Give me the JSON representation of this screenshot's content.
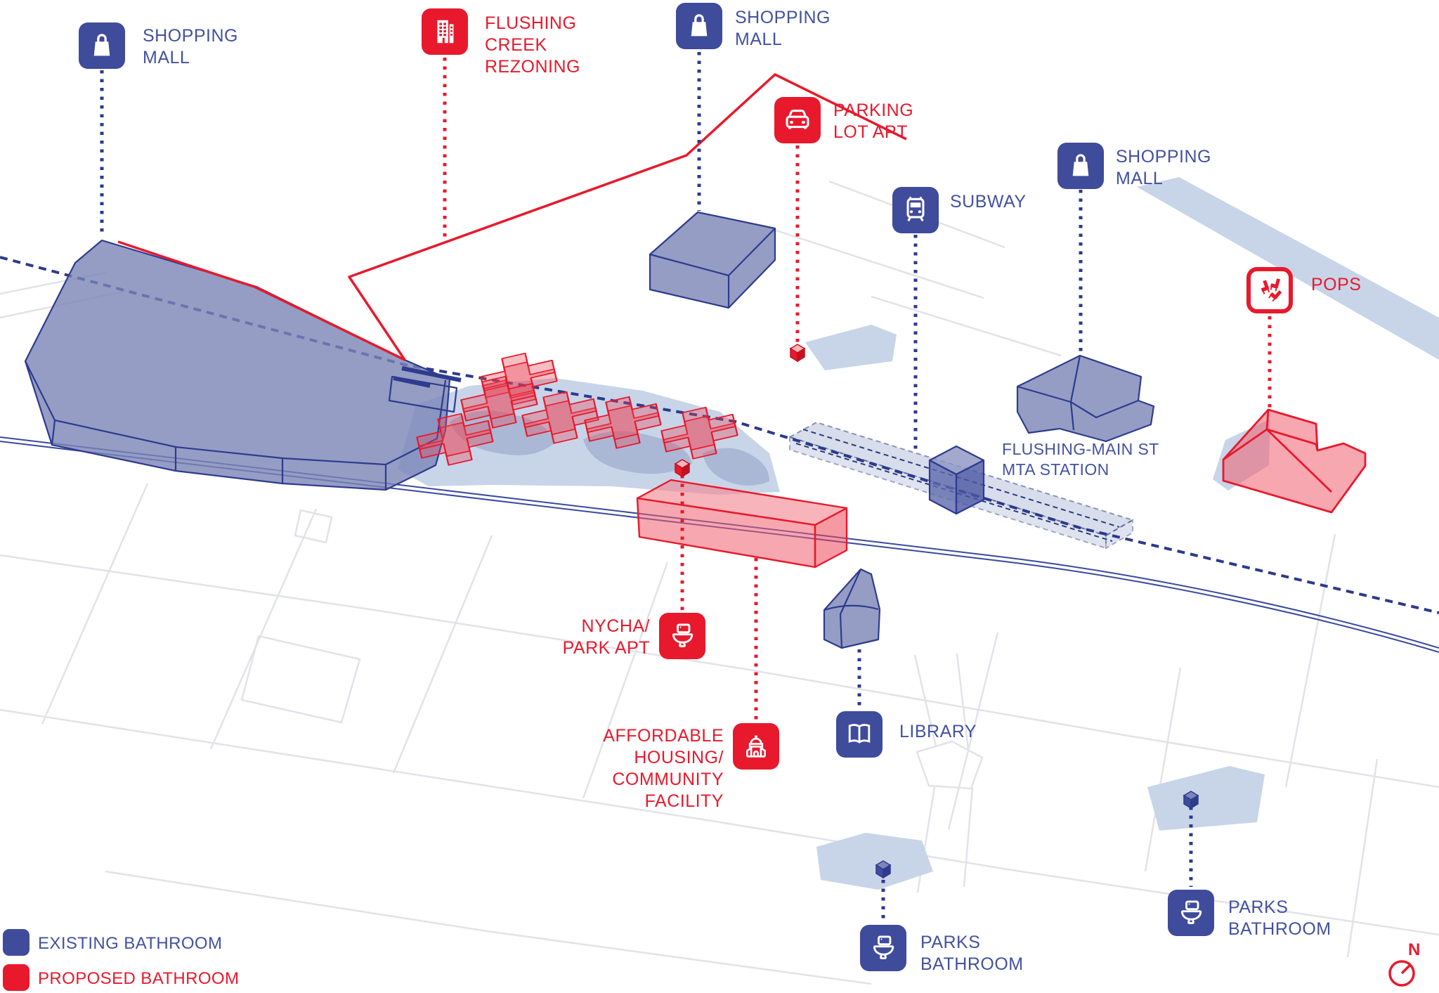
{
  "colors": {
    "existing_navy": "#3f4b9b",
    "proposed_red": "#e8192c",
    "light_blue_area": "#c8d5e8",
    "tree_shadow": "#a5b3d2"
  },
  "legend": {
    "items": [
      {
        "label": "EXISTING BATHROOM",
        "color": "#3f4b9b"
      },
      {
        "label": "PROPOSED BATHROOM",
        "color": "#e8192c"
      }
    ]
  },
  "compass": {
    "label": "N"
  },
  "map": {
    "station_label": "FLUSHING-MAIN ST MTA STATION",
    "callouts": [
      {
        "id": "shopping-mall-nw",
        "label": "SHOPPING MALL",
        "category": "existing",
        "icon": "shopping-bag-icon"
      },
      {
        "id": "flushing-creek-rezoning",
        "label": "FLUSHING CREEK REZONING",
        "category": "proposed",
        "icon": "building-icon"
      },
      {
        "id": "shopping-mall-center",
        "label": "SHOPPING MALL",
        "category": "existing",
        "icon": "shopping-bag-icon"
      },
      {
        "id": "parking-lot-apt",
        "label": "PARKING LOT APT",
        "category": "proposed",
        "icon": "car-icon"
      },
      {
        "id": "subway",
        "label": "SUBWAY",
        "category": "existing",
        "icon": "train-icon"
      },
      {
        "id": "shopping-mall-east",
        "label": "SHOPPING MALL",
        "category": "existing",
        "icon": "shopping-bag-icon"
      },
      {
        "id": "pops",
        "label": "POPS",
        "category": "proposed",
        "icon": "chairs-icon"
      },
      {
        "id": "nycha-park-apt",
        "label": "NYCHA/ PARK APT",
        "category": "proposed",
        "icon": "toilet-icon"
      },
      {
        "id": "affordable-housing",
        "label": "AFFORDABLE HOUSING/ COMMUNITY FACILITY",
        "category": "proposed",
        "icon": "civic-building-icon"
      },
      {
        "id": "library",
        "label": "LIBRARY",
        "category": "existing",
        "icon": "open-book-icon"
      },
      {
        "id": "parks-bathroom-south",
        "label": "PARKS BATHROOM",
        "category": "existing",
        "icon": "toilet-icon"
      },
      {
        "id": "parks-bathroom-east",
        "label": "PARKS BATHROOM",
        "category": "existing",
        "icon": "toilet-icon"
      }
    ]
  }
}
